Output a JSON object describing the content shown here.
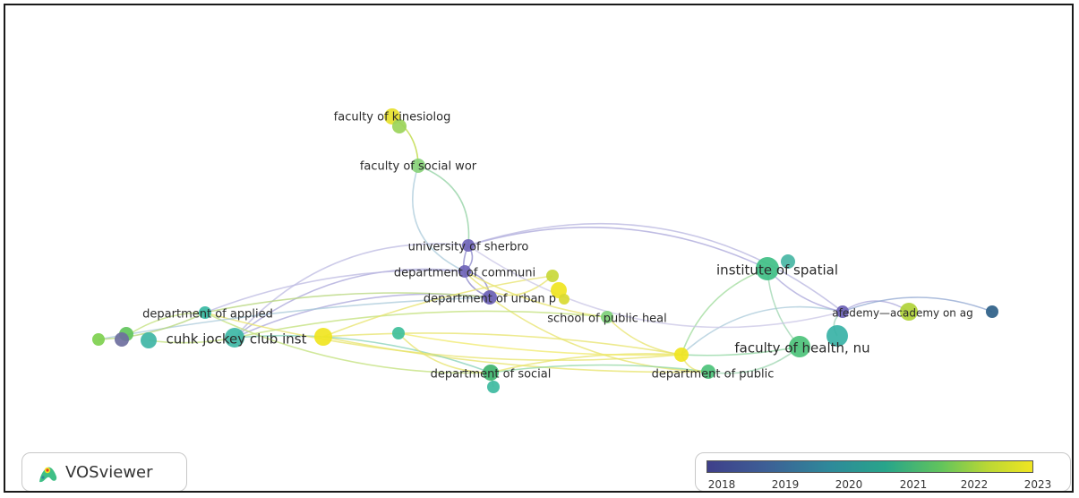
{
  "nodes": [
    {
      "label": "faculty of kinesiolog",
      "color": "#e6df2b"
    },
    {
      "label": "faculty of social wor",
      "color": "#88d27a"
    },
    {
      "label": "university of sherbro",
      "color": "#6f64b8"
    },
    {
      "label": "department of communi",
      "color": "#6f64b8"
    },
    {
      "label": "department of urban p",
      "color": "#6a5fb5"
    },
    {
      "label": "institute of spatial",
      "color": "#3fbf86"
    },
    {
      "label": "department of applied",
      "color": "#37b8a3"
    },
    {
      "label": "school of public heal",
      "color": "#7ed07a"
    },
    {
      "label": "afedemy—academy on ag",
      "color": "#6a5fb5"
    },
    {
      "label": "cuhk jockey club inst",
      "color": "#3db7a5"
    },
    {
      "label": "faculty of health, nu",
      "color": "#4cc27a"
    },
    {
      "label": "department of social",
      "color": "#3fb46e"
    },
    {
      "label": "department of public",
      "color": "#4cc27a"
    }
  ],
  "logo": {
    "name": "VOSviewer"
  },
  "legend": {
    "gradient_colors": [
      "#3f3f8a",
      "#2e8a9a",
      "#28a58a",
      "#62c45c",
      "#f0e521"
    ],
    "ticks": [
      "2018",
      "2019",
      "2020",
      "2021",
      "2022",
      "2023"
    ]
  }
}
